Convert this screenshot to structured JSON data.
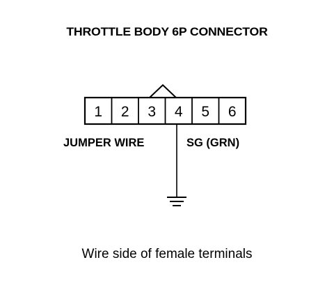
{
  "title": "THROTTLE BODY 6P CONNECTOR",
  "connector": {
    "pins": [
      "1",
      "2",
      "3",
      "4",
      "5",
      "6"
    ]
  },
  "labels": {
    "jumper_wire": "JUMPER WIRE",
    "signal_ground": "SG (GRN)"
  },
  "caption": "Wire side of female terminals",
  "colors": {
    "line": "#000000",
    "background": "#ffffff"
  }
}
